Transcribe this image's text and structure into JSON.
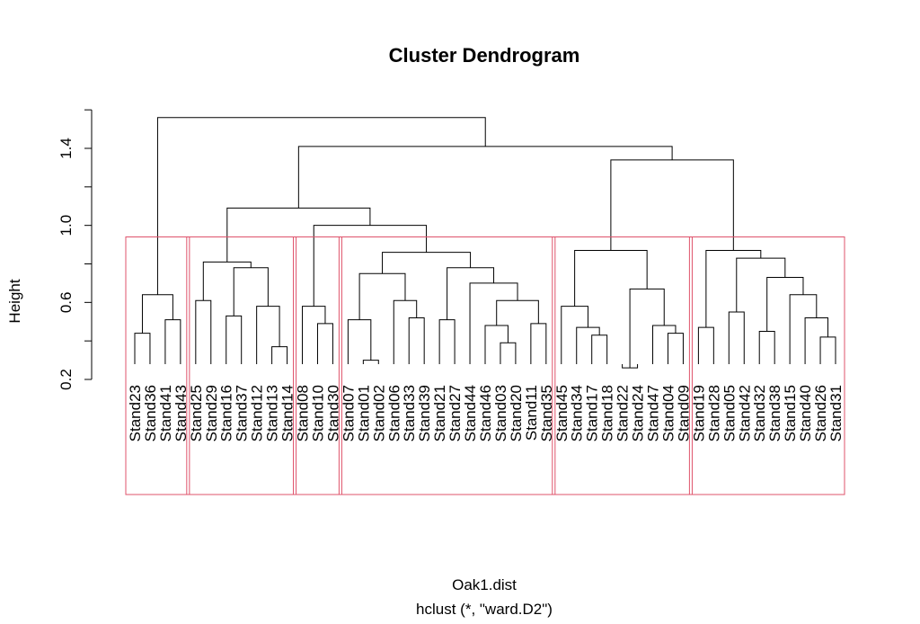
{
  "chart_data": {
    "type": "dendrogram",
    "title": "Cluster Dendrogram",
    "xlabel": "Oak1.dist",
    "sub": "hclust (*, \"ward.D2\")",
    "ylabel": "Height",
    "ylim": [
      0.2,
      1.6
    ],
    "yticks": [
      0.2,
      0.6,
      1.0,
      1.4
    ],
    "ytick_labels": [
      "0.2",
      "0.6",
      "1.0",
      "1.4"
    ],
    "labels": [
      "Stand23",
      "Stand36",
      "Stand41",
      "Stand43",
      "Stand25",
      "Stand29",
      "Stand16",
      "Stand37",
      "Stand12",
      "Stand13",
      "Stand14",
      "Stand08",
      "Stand10",
      "Stand30",
      "Stand07",
      "Stand01",
      "Stand02",
      "Stand06",
      "Stand33",
      "Stand39",
      "Stand21",
      "Stand27",
      "Stand44",
      "Stand46",
      "Stand03",
      "Stand20",
      "Stand11",
      "Stand35",
      "Stand45",
      "Stand34",
      "Stand17",
      "Stand18",
      "Stand22",
      "Stand24",
      "Stand47",
      "Stand04",
      "Stand09",
      "Stand19",
      "Stand28",
      "Stand05",
      "Stand42",
      "Stand32",
      "Stand38",
      "Stand15",
      "Stand40",
      "Stand26",
      "Stand31"
    ],
    "merges": [
      {
        "a": "L:Stand23",
        "b": "L:Stand36",
        "h": 0.44
      },
      {
        "a": "L:Stand41",
        "b": "L:Stand43",
        "h": 0.51
      },
      {
        "a": 0,
        "b": 1,
        "h": 0.64
      },
      {
        "a": "L:Stand25",
        "b": "L:Stand29",
        "h": 0.61
      },
      {
        "a": "L:Stand16",
        "b": "L:Stand37",
        "h": 0.53
      },
      {
        "a": "L:Stand13",
        "b": "L:Stand14",
        "h": 0.37
      },
      {
        "a": "L:Stand12",
        "b": 5,
        "h": 0.58
      },
      {
        "a": 4,
        "b": 6,
        "h": 0.78
      },
      {
        "a": 3,
        "b": 7,
        "h": 0.81
      },
      {
        "a": "L:Stand30",
        "b": "L:Stand10",
        "h": 0.49
      },
      {
        "a": "L:Stand08",
        "b": 9,
        "h": 0.58
      },
      {
        "a": "L:Stand01",
        "b": "L:Stand02",
        "h": 0.3
      },
      {
        "a": "L:Stand07",
        "b": 11,
        "h": 0.51
      },
      {
        "a": "L:Stand33",
        "b": "L:Stand39",
        "h": 0.52
      },
      {
        "a": "L:Stand06",
        "b": 13,
        "h": 0.61
      },
      {
        "a": 12,
        "b": 14,
        "h": 0.75
      },
      {
        "a": "L:Stand21",
        "b": "L:Stand27",
        "h": 0.51
      },
      {
        "a": "L:Stand03",
        "b": "L:Stand20",
        "h": 0.39
      },
      {
        "a": "L:Stand46",
        "b": 17,
        "h": 0.48
      },
      {
        "a": "L:Stand11",
        "b": "L:Stand35",
        "h": 0.49
      },
      {
        "a": 18,
        "b": 19,
        "h": 0.61
      },
      {
        "a": "L:Stand44",
        "b": 20,
        "h": 0.7
      },
      {
        "a": 16,
        "b": 21,
        "h": 0.78
      },
      {
        "a": 15,
        "b": 22,
        "h": 0.86
      },
      {
        "a": 10,
        "b": 23,
        "h": 1.0
      },
      {
        "a": 8,
        "b": 24,
        "h": 1.09
      },
      {
        "a": "L:Stand17",
        "b": "L:Stand18",
        "h": 0.43
      },
      {
        "a": "L:Stand34",
        "b": 26,
        "h": 0.47
      },
      {
        "a": "L:Stand45",
        "b": 27,
        "h": 0.58
      },
      {
        "a": "L:Stand22",
        "b": "L:Stand24",
        "h": 0.26
      },
      {
        "a": "L:Stand04",
        "b": "L:Stand09",
        "h": 0.44
      },
      {
        "a": "L:Stand47",
        "b": 30,
        "h": 0.48
      },
      {
        "a": 29,
        "b": 31,
        "h": 0.67
      },
      {
        "a": 28,
        "b": 32,
        "h": 0.87
      },
      {
        "a": "L:Stand19",
        "b": "L:Stand28",
        "h": 0.47
      },
      {
        "a": "L:Stand05",
        "b": "L:Stand42",
        "h": 0.55
      },
      {
        "a": "L:Stand32",
        "b": "L:Stand38",
        "h": 0.45
      },
      {
        "a": "L:Stand26",
        "b": "L:Stand31",
        "h": 0.42
      },
      {
        "a": "L:Stand40",
        "b": 37,
        "h": 0.52
      },
      {
        "a": "L:Stand15",
        "b": 38,
        "h": 0.64
      },
      {
        "a": 36,
        "b": 39,
        "h": 0.73
      },
      {
        "a": 35,
        "b": 40,
        "h": 0.83
      },
      {
        "a": 34,
        "b": 41,
        "h": 0.87
      },
      {
        "a": 33,
        "b": 42,
        "h": 1.34
      },
      {
        "a": 25,
        "b": 43,
        "h": 1.41
      },
      {
        "a": 2,
        "b": 44,
        "h": 1.56
      }
    ],
    "cut_clusters": 6,
    "rect_color": "#DF536B",
    "line_color": "#000000"
  }
}
